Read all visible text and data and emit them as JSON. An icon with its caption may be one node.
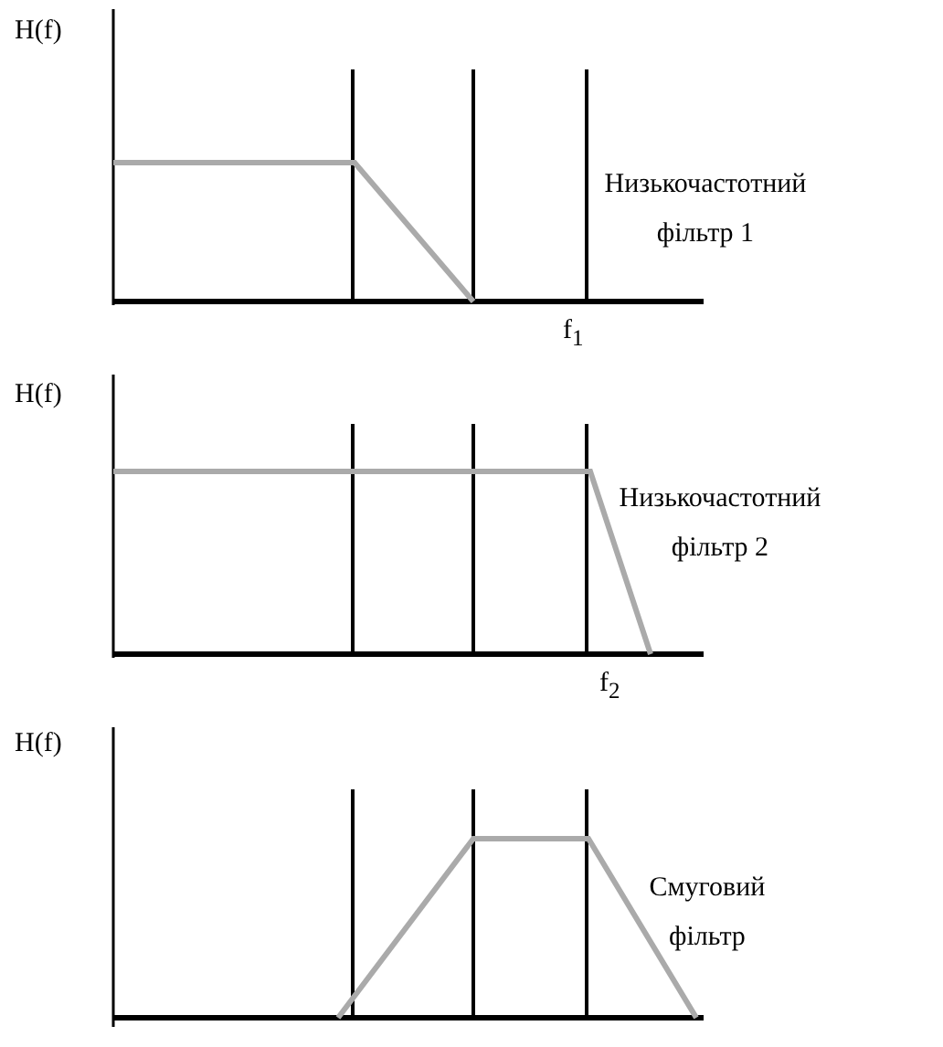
{
  "diagram": {
    "labels": [
      "H(f)",
      "Низькочастотний фільтр 1",
      "f$_{1}$",
      "H(f)",
      "Низькочастотний фільтр 2",
      "f$_{2}$",
      "H(f)",
      "Смуговий фільтр"
    ]
  }
}
